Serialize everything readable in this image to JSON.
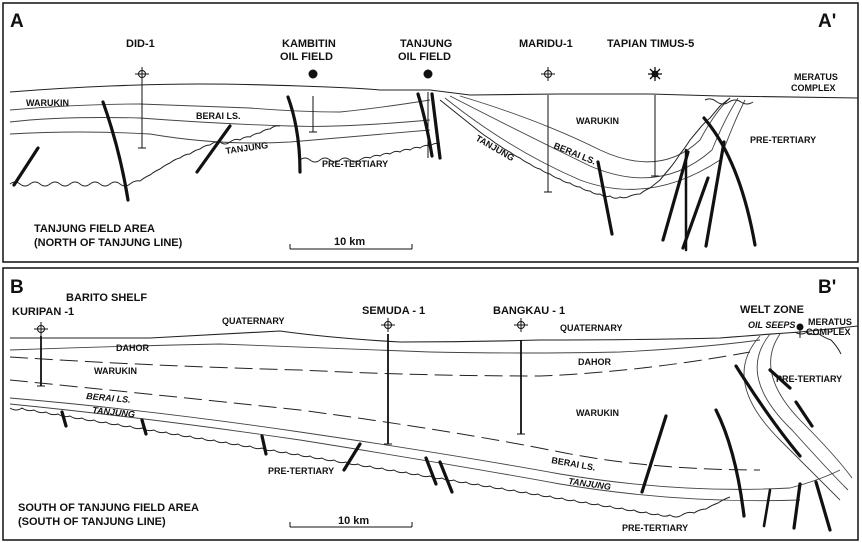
{
  "top": {
    "corner_left": "A",
    "corner_right": "A'",
    "wells": [
      {
        "name": "DID-1",
        "line2": ""
      },
      {
        "name": "KAMBITIN",
        "line2": "OIL FIELD"
      },
      {
        "name": "TANJUNG",
        "line2": "OIL FIELD"
      },
      {
        "name": "MARIDU-1",
        "line2": ""
      },
      {
        "name": "TAPIAN TIMUS-5",
        "line2": ""
      }
    ],
    "meratus_line1": "MERATUS",
    "meratus_line2": "COMPLEX",
    "units": {
      "warukin_left": "WARUKIN",
      "berai_left": "BERAI LS.",
      "tanjung_left": "TANJUNG",
      "pretertiary_mid": "PRE-TERTIARY",
      "tanjung_right": "TANJUNG",
      "berai_right": "BERAI LS.",
      "warukin_right": "WARUKIN",
      "pretertiary_right": "PRE-TERTIARY"
    },
    "area_line1": "TANJUNG FIELD AREA",
    "area_line2": "(NORTH OF TANJUNG LINE)",
    "scale": "10 km"
  },
  "bottom": {
    "corner_left": "B",
    "corner_right": "B'",
    "barito": "BARITO SHELF",
    "wells": [
      {
        "name": "KURIPAN -1"
      },
      {
        "name": "SEMUDA - 1"
      },
      {
        "name": "BANGKAU - 1"
      }
    ],
    "welt_zone": "WELT ZONE",
    "oil_seeps": "OIL SEEPS",
    "meratus_line1": "MERATUS",
    "meratus_line2": "COMPLEX",
    "units": {
      "quaternary_left": "QUATERNARY",
      "quaternary_right": "QUATERNARY",
      "dahor_left": "DAHOR",
      "dahor_right": "DAHOR",
      "warukin_left": "WARUKIN",
      "warukin_right": "WARUKIN",
      "berai_left": "BERAI LS.",
      "tanjung_left": "TANJUNG",
      "pretertiary_left": "PRE-TERTIARY",
      "berai_right": "BERAI LS.",
      "tanjung_right": "TANJUNG",
      "pretertiary_bottom": "PRE-TERTIARY",
      "pretertiary_right": "PRE-TERTIARY"
    },
    "area_line1": "SOUTH OF TANJUNG FIELD AREA",
    "area_line2": "(SOUTH OF TANJUNG LINE)",
    "scale": "10 km"
  }
}
